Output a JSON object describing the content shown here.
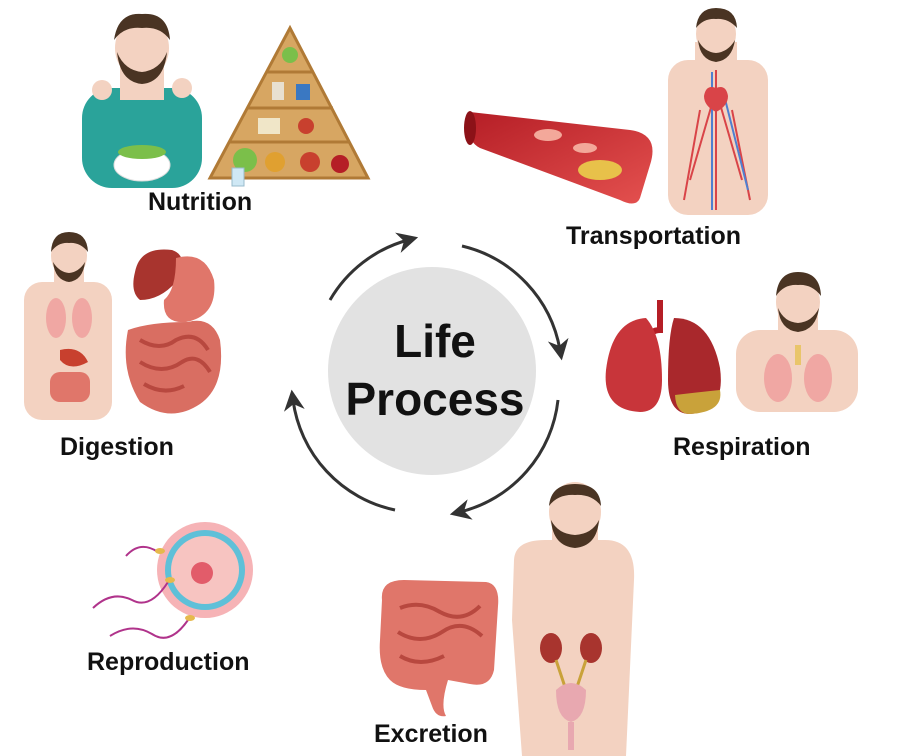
{
  "center": {
    "line1": "Life",
    "line2": "Process"
  },
  "processes": [
    {
      "id": "nutrition",
      "label": "Nutrition"
    },
    {
      "id": "transportation",
      "label": "Transportation"
    },
    {
      "id": "respiration",
      "label": "Respiration"
    },
    {
      "id": "excretion",
      "label": "Excretion"
    },
    {
      "id": "reproduction",
      "label": "Reproduction"
    },
    {
      "id": "digestion",
      "label": "Digestion"
    }
  ],
  "colors": {
    "skin": "#f3d2c1",
    "hair": "#4a3423",
    "organ_red": "#d94448",
    "intestine": "#e0766a",
    "center_circle": "#e2e2e2",
    "arrow": "#333333",
    "shirt": "#2aa39a"
  },
  "icons": [
    "food-pyramid-icon",
    "blood-vessel-icon",
    "lungs-icon",
    "intestine-icon",
    "egg-cell-icon",
    "stomach-icon"
  ]
}
